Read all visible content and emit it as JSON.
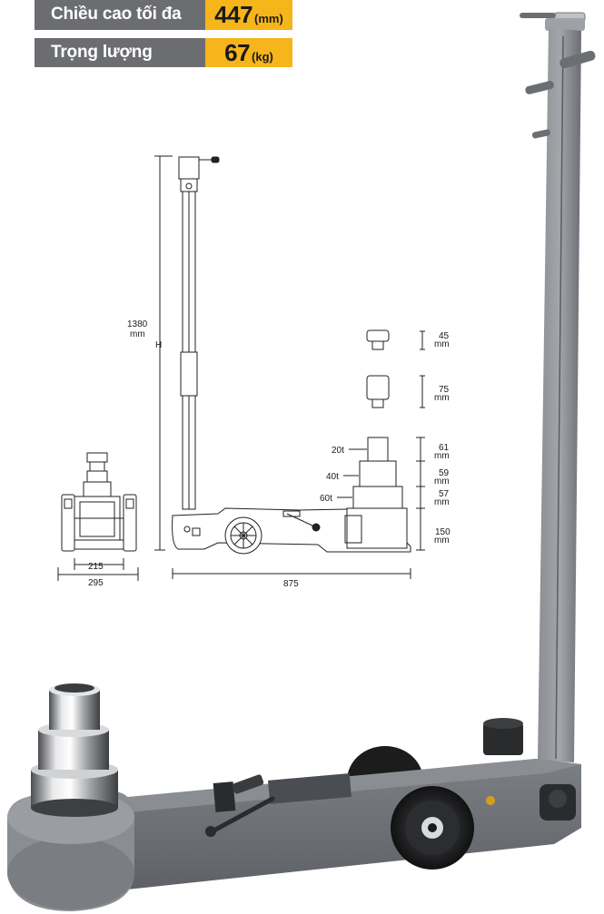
{
  "specs": {
    "max_height": {
      "label": "Chiều cao tối đa",
      "value": "447",
      "unit": "(mm)"
    },
    "weight": {
      "label": "Trọng lượng",
      "value": "67",
      "unit": "(kg)"
    }
  },
  "diagram": {
    "height_value": "1380",
    "height_unit": "mm",
    "height_symbol": "H",
    "front_width_inner": "215",
    "front_width_outer": "295",
    "side_length": "875",
    "stages": {
      "s20": "20t",
      "s40": "40t",
      "s60": "60t"
    },
    "dims": {
      "d45": "45",
      "d75": "75",
      "d61": "61",
      "d59": "59",
      "d57": "57",
      "d150": "150",
      "unit": "mm"
    }
  },
  "colors": {
    "label_bg": "#6b6d70",
    "value_bg": "#f6b51a",
    "jack_body": "#6f7378"
  }
}
